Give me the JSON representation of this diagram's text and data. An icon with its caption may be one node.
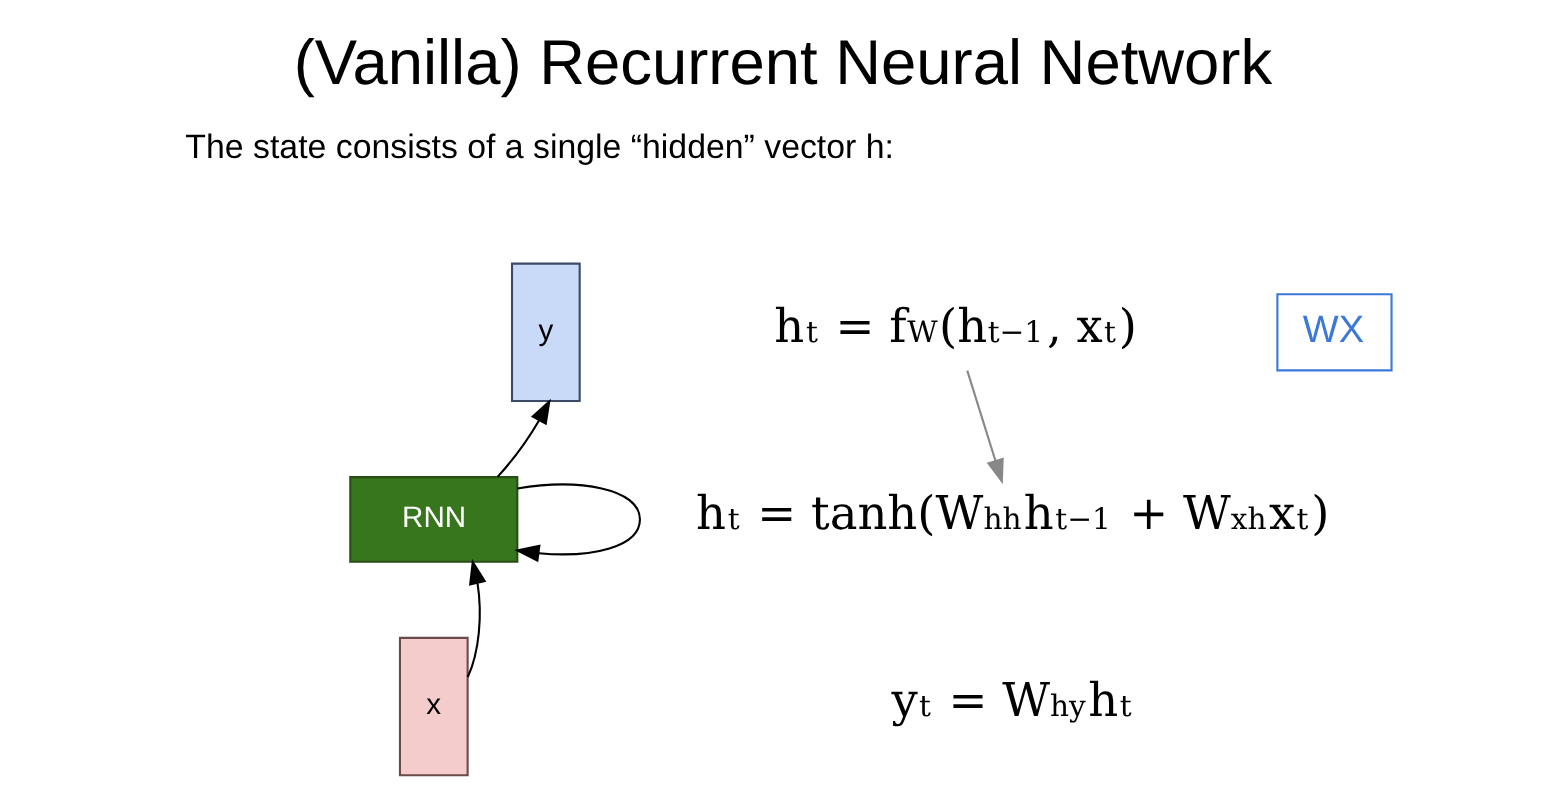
{
  "diagram": {
    "title": "(Vanilla) Recurrent Neural Network",
    "nodes": [
      {
        "text": [
          "y"
        ]
      },
      {
        "text": [
          "RNN"
        ]
      },
      {
        "text": [
          "x"
        ]
      },
      {
        "text": [
          "h$_{t}$ = f$_{W}$(h$_{t−1}$, x$_{t}$)"
        ]
      },
      {
        "text": [
          "h$_{t}$ = tanh(W$_{hh}$h$_{t−1}$ + W$_{xh}$x$_{t}$)"
        ]
      }
    ],
    "edges": [
      {
        "from": 2,
        "to": 1,
        "arrow": "to"
      },
      {
        "from": 1,
        "to": 0,
        "arrow": "to"
      },
      {
        "from": 1,
        "to": 1,
        "arrow": "to"
      },
      {
        "from": 3,
        "to": 4,
        "arrow": "to",
        "color": "#888888"
      }
    ],
    "labels": [
      "The state consists of a single “hidden” vector h:",
      "WX",
      "y$_{t}$ = W$_{hy}$h$_{t}$"
    ]
  }
}
